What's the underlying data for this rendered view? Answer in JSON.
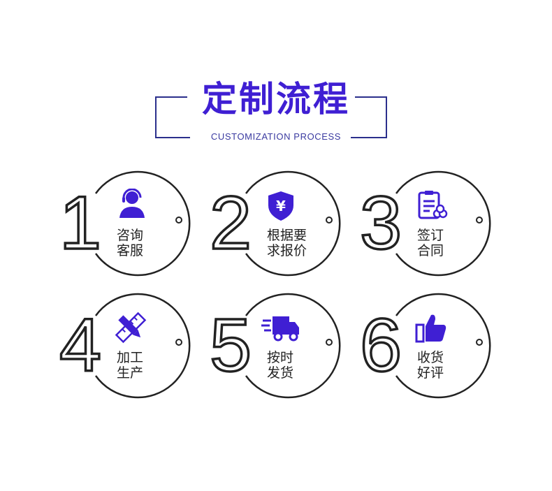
{
  "header": {
    "title": "定制流程",
    "subtitle": "CUSTOMIZATION PROCESS"
  },
  "colors": {
    "accent": "#3f1fd3",
    "line": "#2b2f8c",
    "ring": "#222222"
  },
  "steps": [
    {
      "number": "1",
      "icon": "customer-service-icon",
      "line1": "咨询",
      "line2": "客服"
    },
    {
      "number": "2",
      "icon": "yuan-shield-icon",
      "line1": "根据要",
      "line2": "求报价"
    },
    {
      "number": "3",
      "icon": "contract-icon",
      "line1": "签订",
      "line2": "合同"
    },
    {
      "number": "4",
      "icon": "pencil-ruler-icon",
      "line1": "加工",
      "line2": "生产"
    },
    {
      "number": "5",
      "icon": "delivery-truck-icon",
      "line1": "按时",
      "line2": "发货"
    },
    {
      "number": "6",
      "icon": "thumbs-up-icon",
      "line1": "收货",
      "line2": "好评"
    }
  ]
}
